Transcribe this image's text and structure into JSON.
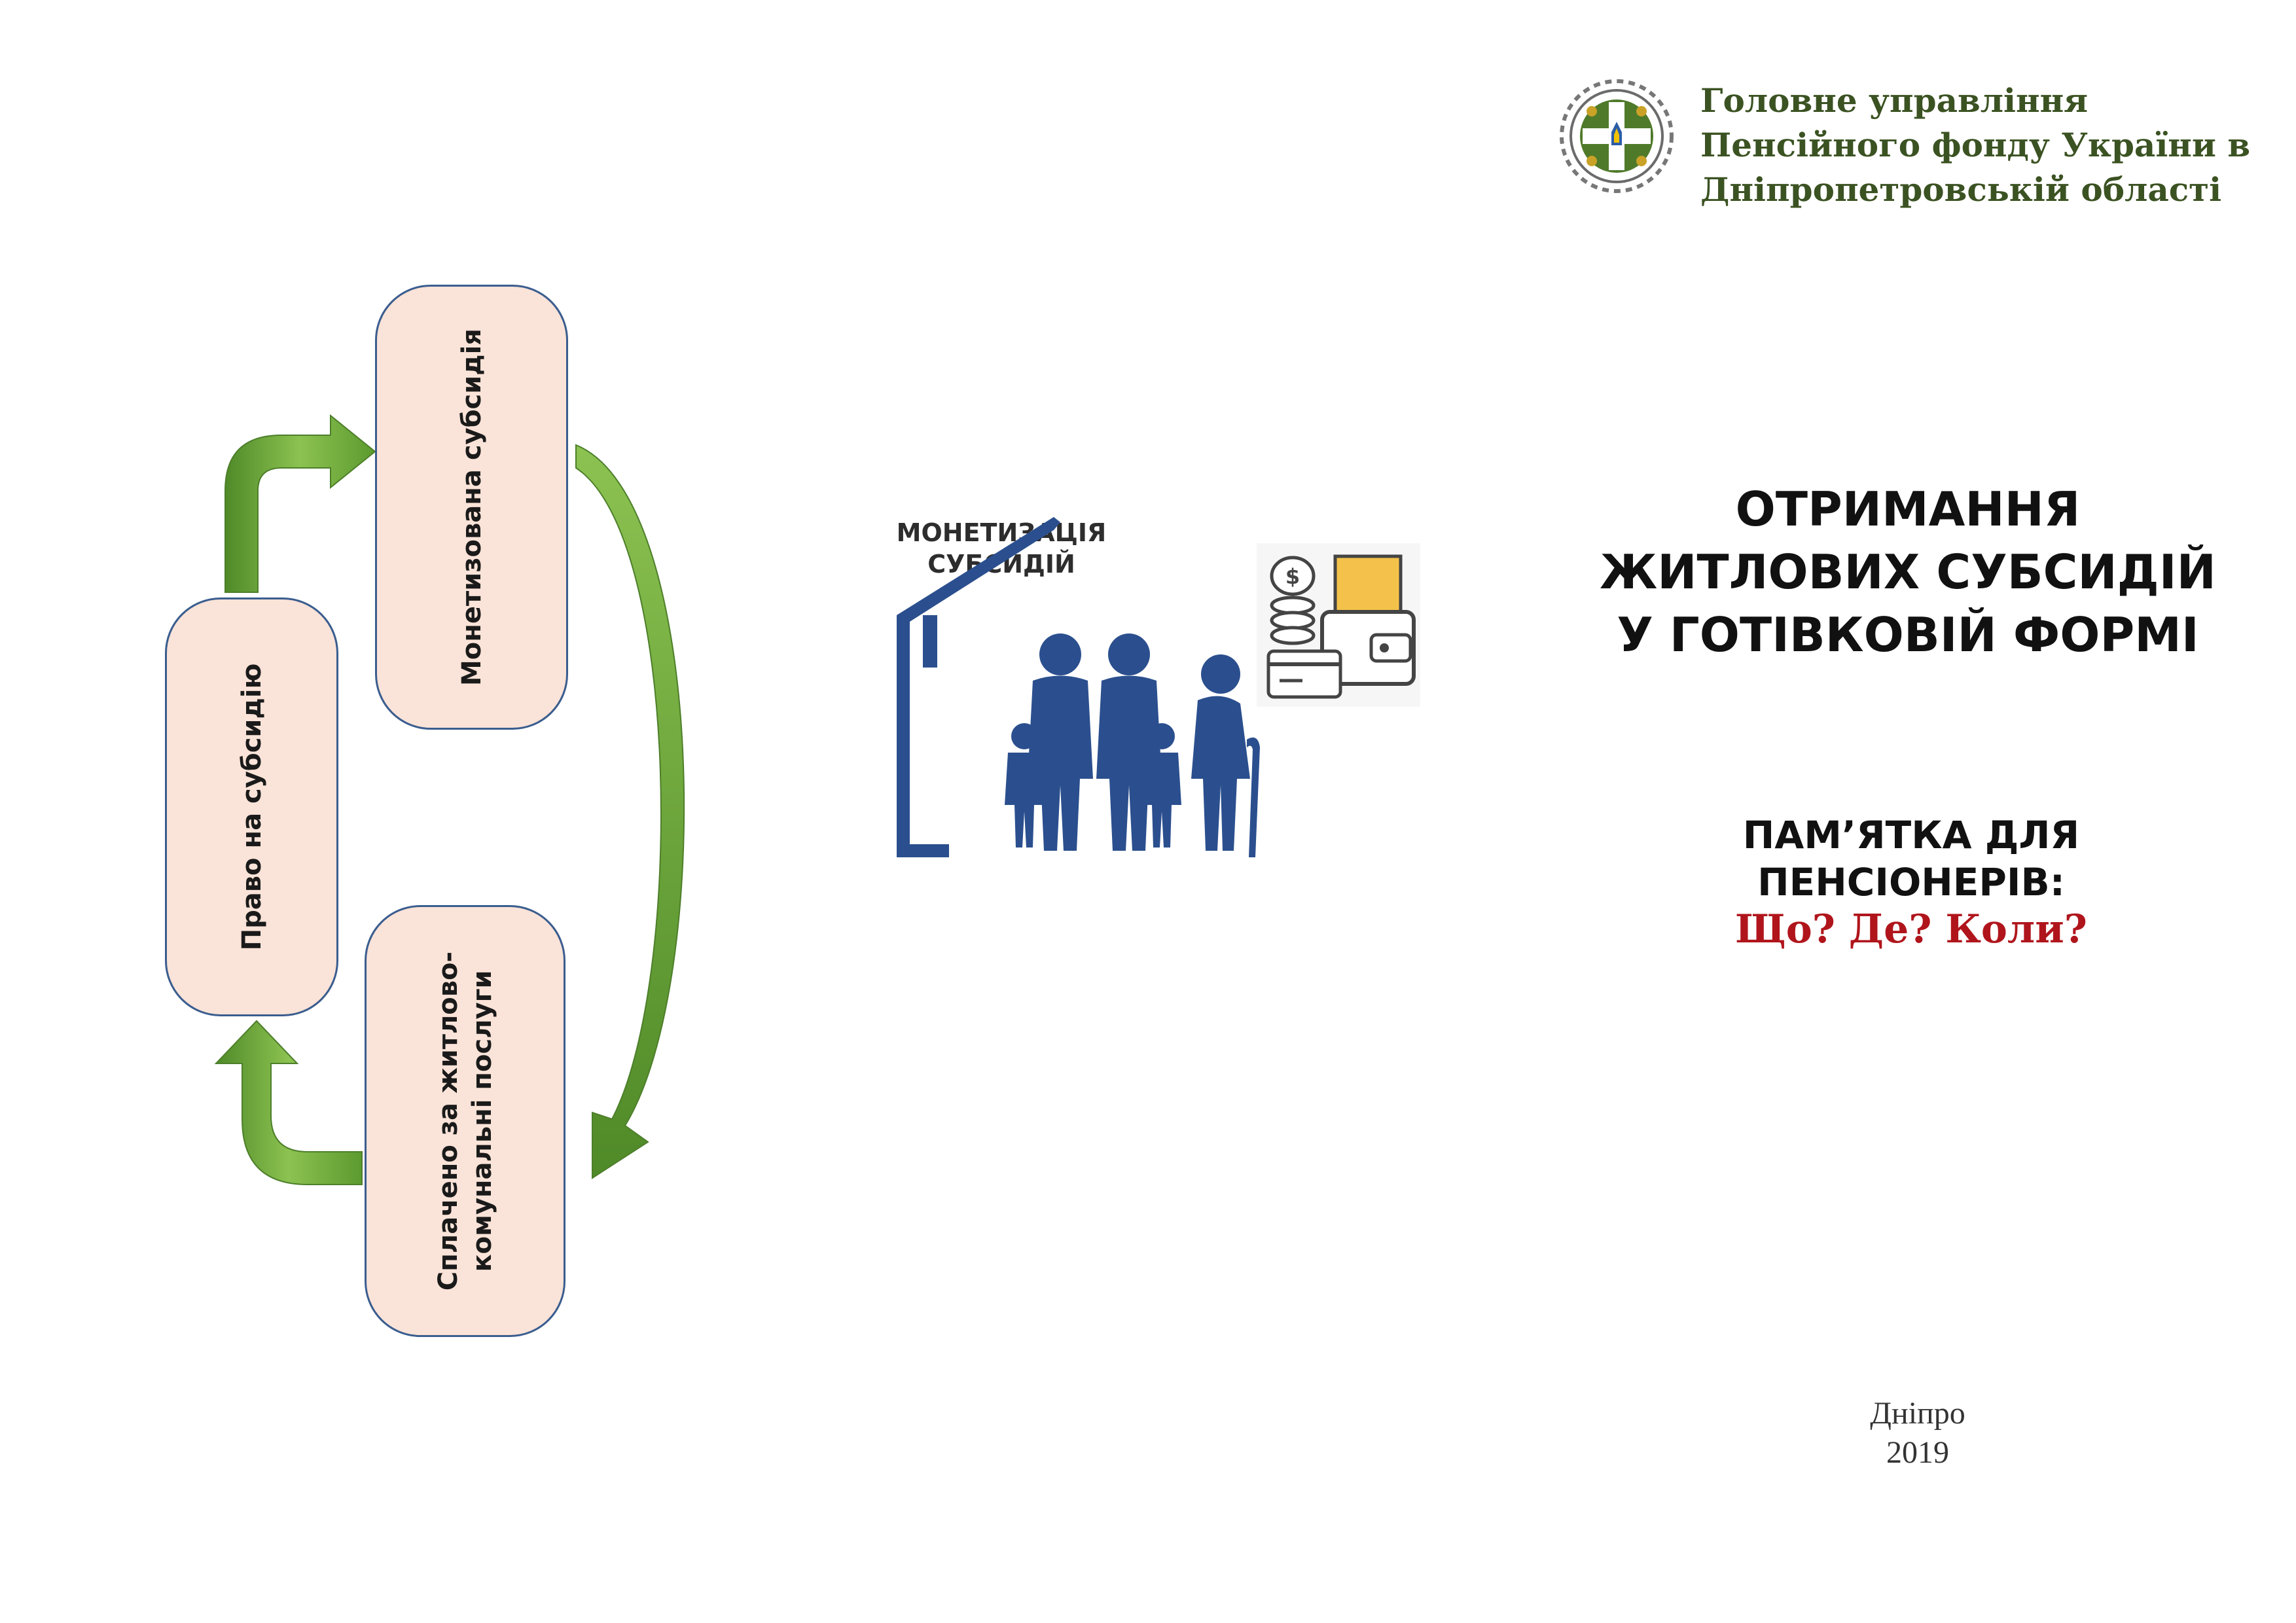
{
  "organization": {
    "lines": [
      "Головне управління",
      "Пенсійного фонду України в",
      "Дніпропетровській області"
    ],
    "logo_icon": "pension-fund-emblem-icon"
  },
  "cycle": {
    "box_top": "Монетизована субсидія",
    "box_left": "Право на субсидію",
    "box_bottom_lines": [
      "Сплачено за житлово-",
      "комунальні послуги"
    ]
  },
  "illustration": {
    "title_lines": [
      "МОНЕТИЗАЦІЯ",
      "СУБСИДІЙ"
    ],
    "icons": [
      "house-family-icon",
      "wallet-coins-icon"
    ]
  },
  "title": {
    "lines": [
      "ОТРИМАННЯ",
      "ЖИТЛОВИХ СУБСИДІЙ",
      "У ГОТІВКОВІЙ ФОРМІ"
    ]
  },
  "subtitle": {
    "lines": [
      "ПАМ’ЯТКА ДЛЯ",
      "ПЕНСІОНЕРІВ:"
    ],
    "highlight": "Що? Де? Коли?"
  },
  "footer": {
    "city": "Дніпро",
    "year": "2019"
  },
  "colors": {
    "box_fill": "#fae3d8",
    "box_border": "#3a5d8f",
    "arrow_green": "#6fa63c",
    "org_green": "#3b5222",
    "highlight_red": "#b0151c",
    "illustration_blue": "#2b4f8e"
  }
}
